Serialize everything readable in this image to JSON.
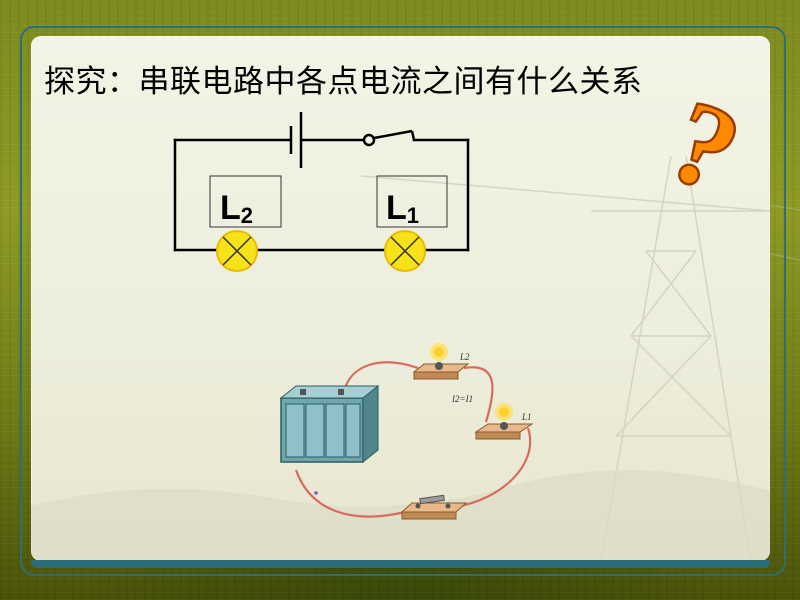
{
  "slide": {
    "title": "探究：串联电路中各点电流之间有什么关系"
  },
  "schematic": {
    "lamp_left": {
      "letter": "L",
      "subscript": "2"
    },
    "lamp_right": {
      "letter": "L",
      "subscript": "1"
    }
  },
  "photo": {
    "lamp_top_label": "L2",
    "lamp_mid_label": "L1",
    "equation": "I2=I1"
  },
  "decor": {
    "question_mark": "?",
    "question_color": "#ff8a00"
  }
}
